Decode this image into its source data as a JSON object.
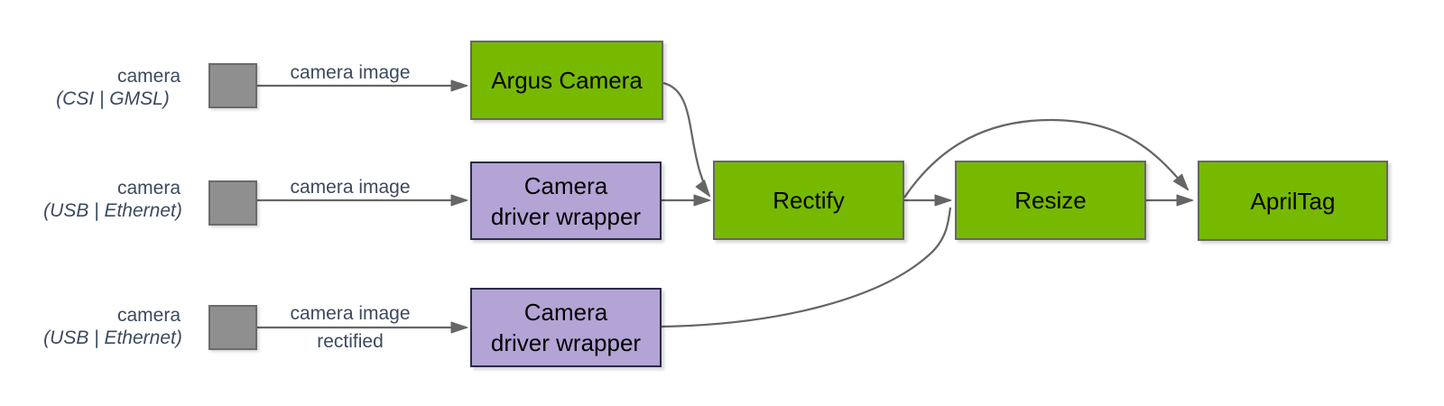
{
  "inputs": [
    {
      "name": "camera",
      "interface": "(CSI | GMSL)",
      "edge_label": "camera image"
    },
    {
      "name": "camera",
      "interface": "(USB | Ethernet)",
      "edge_label": "camera image"
    },
    {
      "name": "camera",
      "interface": "(USB | Ethernet)",
      "edge_label": "camera image",
      "edge_sublabel": "rectified"
    }
  ],
  "nodes": {
    "argus": {
      "label": "Argus Camera"
    },
    "wrapper_mid": {
      "label": "Camera\ndriver wrapper"
    },
    "wrapper_bottom": {
      "label": "Camera\ndriver wrapper"
    },
    "rectify": {
      "label": "Rectify"
    },
    "resize": {
      "label": "Resize"
    },
    "apriltag": {
      "label": "AprilTag"
    }
  },
  "edges": [
    {
      "from": "camera (CSI | GMSL)",
      "to": "Argus Camera",
      "label": "camera image"
    },
    {
      "from": "camera (USB | Ethernet)",
      "to": "Camera driver wrapper (middle)",
      "label": "camera image"
    },
    {
      "from": "camera (USB | Ethernet)",
      "to": "Camera driver wrapper (bottom)",
      "label": "camera image rectified"
    },
    {
      "from": "Argus Camera",
      "to": "Rectify",
      "label": ""
    },
    {
      "from": "Camera driver wrapper (middle)",
      "to": "Rectify",
      "label": ""
    },
    {
      "from": "Rectify",
      "to": "Resize",
      "label": ""
    },
    {
      "from": "Camera driver wrapper (bottom)",
      "to": "Resize",
      "label": ""
    },
    {
      "from": "Resize",
      "to": "AprilTag",
      "label": ""
    },
    {
      "from": "Rectify",
      "to": "AprilTag",
      "label": ""
    }
  ],
  "colors": {
    "green": "#76B900",
    "green_border": "#666666",
    "purple": "#B3A4D5",
    "purple_border": "#2B2B45",
    "gray": "#8F8F8F",
    "gray_border": "#6B6B6B",
    "arrow": "#666666",
    "label_text": "#3C4A5E",
    "node_text": "#000000",
    "bg": "#FFFFFF"
  }
}
